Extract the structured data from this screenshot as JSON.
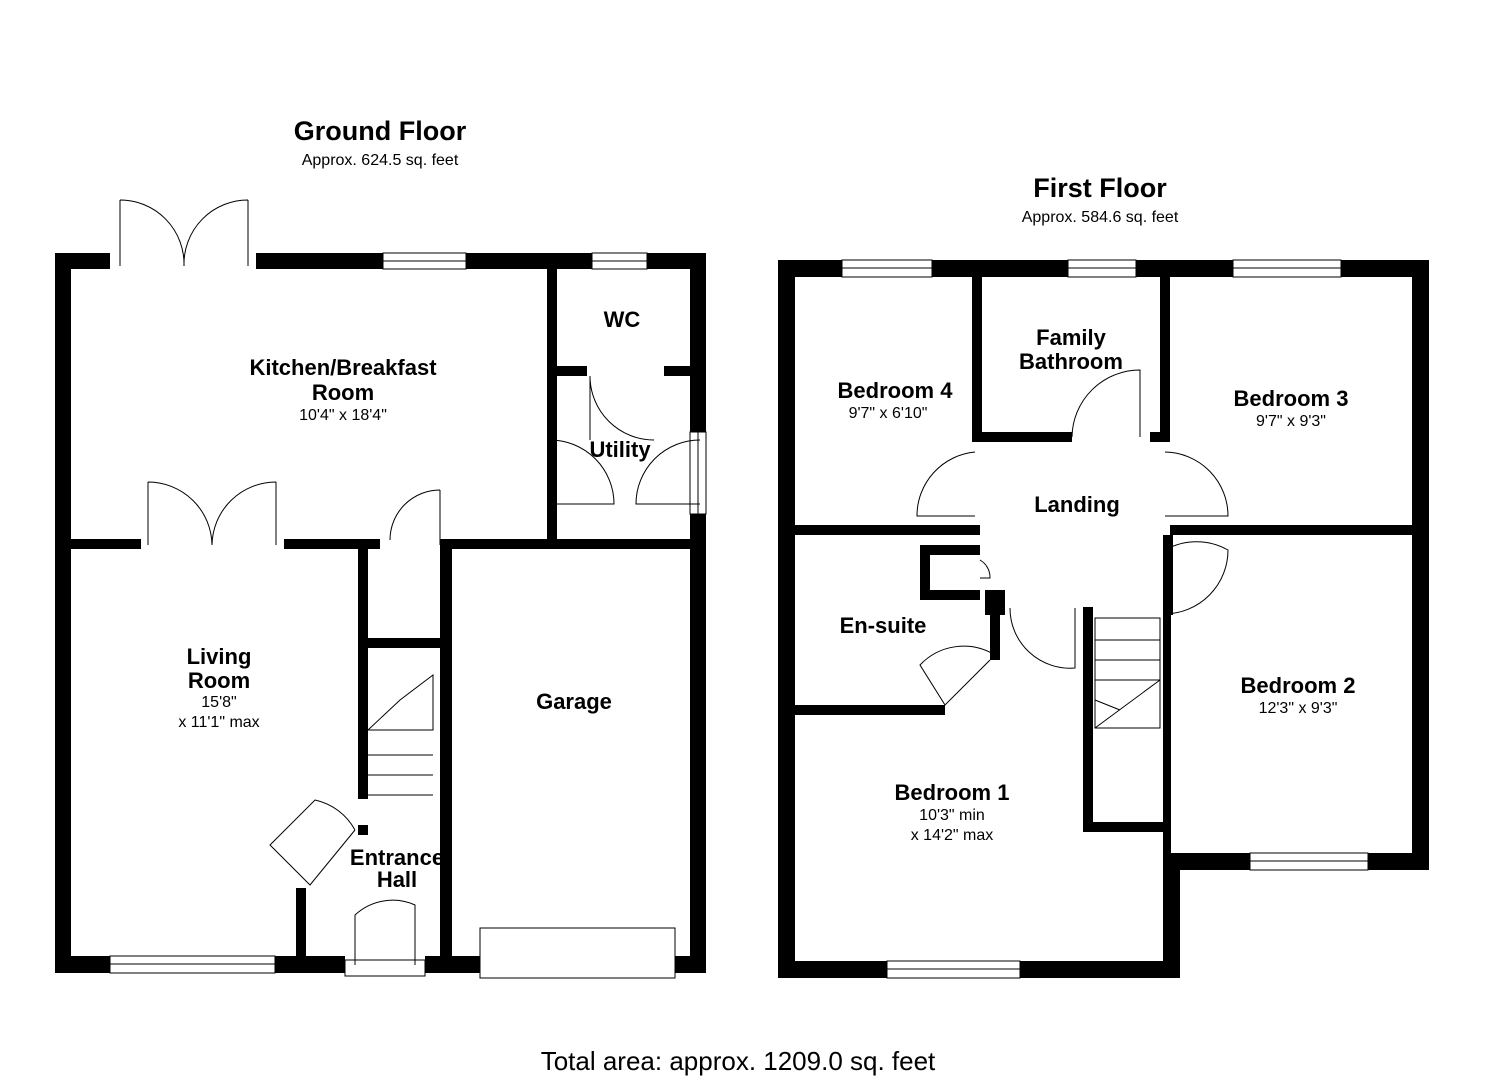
{
  "ground_floor": {
    "title": "Ground Floor",
    "area": "Approx. 624.5 sq. feet",
    "rooms": {
      "kitchen": {
        "name_line1": "Kitchen/Breakfast",
        "name_line2": "Room",
        "dims": "10'4\" x 18'4\""
      },
      "wc": {
        "name": "WC"
      },
      "utility": {
        "name": "Utility"
      },
      "living": {
        "name_line1": "Living",
        "name_line2": "Room",
        "dims_line1": "15'8\"",
        "dims_line2": "x 11'1\" max"
      },
      "garage": {
        "name": "Garage"
      },
      "entrance": {
        "name_line1": "Entrance",
        "name_line2": "Hall"
      }
    }
  },
  "first_floor": {
    "title": "First Floor",
    "area": "Approx. 584.6 sq. feet",
    "rooms": {
      "bedroom4": {
        "name": "Bedroom 4",
        "dims": "9'7\" x 6'10\""
      },
      "bathroom": {
        "name_line1": "Family",
        "name_line2": "Bathroom"
      },
      "bedroom3": {
        "name": "Bedroom 3",
        "dims": "9'7\" x 9'3\""
      },
      "landing": {
        "name": "Landing"
      },
      "ensuite": {
        "name": "En-suite"
      },
      "bedroom2": {
        "name": "Bedroom 2",
        "dims": "12'3\" x 9'3\""
      },
      "bedroom1": {
        "name": "Bedroom 1",
        "dims_line1": "10'3\" min",
        "dims_line2": "x 14'2\" max"
      }
    }
  },
  "total_area": "Total area: approx. 1209.0 sq. feet"
}
